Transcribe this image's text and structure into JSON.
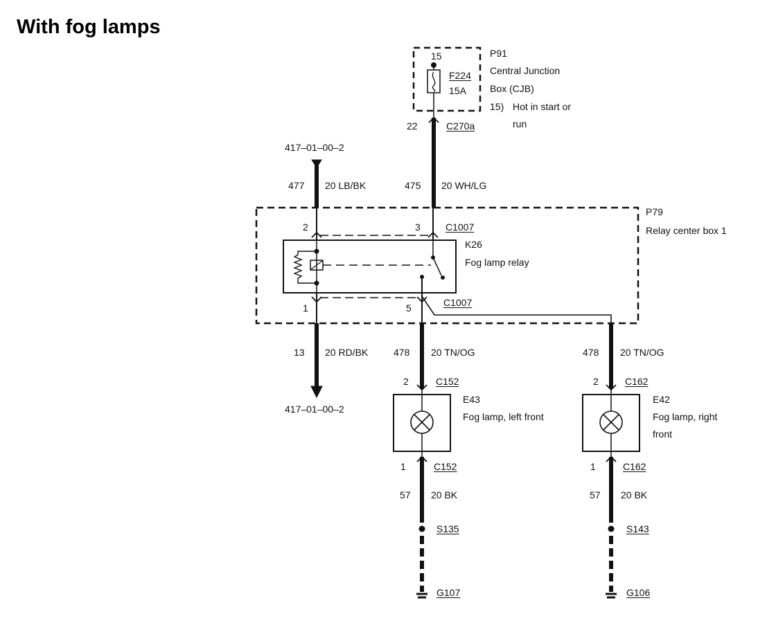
{
  "title": "With fog lamps",
  "fuse_box": {
    "pin": "15",
    "fuse_id": "F224",
    "fuse_rating": "15A",
    "id": "P91",
    "name_line1": "Central Junction",
    "name_line2": "Box (CJB)",
    "note_num": "15)",
    "note_line1": "Hot in start or",
    "note_line2": "run"
  },
  "fuse_connector": {
    "pin": "22",
    "id": "C270a"
  },
  "ref_top": "417–01–00–2",
  "ref_bottom": "417–01–00–2",
  "wires": {
    "w477": {
      "circuit": "477",
      "spec": "20 LB/BK"
    },
    "w475": {
      "circuit": "475",
      "spec": "20 WH/LG"
    },
    "w13": {
      "circuit": "13",
      "spec": "20 RD/BK"
    },
    "w478_left": {
      "circuit": "478",
      "spec": "20 TN/OG"
    },
    "w478_right": {
      "circuit": "478",
      "spec": "20 TN/OG"
    },
    "w57_left": {
      "circuit": "57",
      "spec": "20 BK"
    },
    "w57_right": {
      "circuit": "57",
      "spec": "20 BK"
    }
  },
  "relay_box": {
    "id": "P79",
    "name": "Relay center box 1",
    "pin_top_left": "2",
    "pin_top_right": "3",
    "connector_top": "C1007",
    "pin_bottom_left": "1",
    "pin_bottom_right": "5",
    "connector_bottom": "C1007",
    "relay_id": "K26",
    "relay_name": "Fog lamp relay"
  },
  "lamp_left": {
    "pin_top": "2",
    "connector_top": "C152",
    "id": "E43",
    "name": "Fog lamp, left front",
    "pin_bottom": "1",
    "connector_bottom": "C152",
    "splice": "S135",
    "ground": "G107"
  },
  "lamp_right": {
    "pin_top": "2",
    "connector_top": "C162",
    "id": "E42",
    "name_line1": "Fog lamp, right",
    "name_line2": "front",
    "pin_bottom": "1",
    "connector_bottom": "C162",
    "splice": "S143",
    "ground": "G106"
  }
}
